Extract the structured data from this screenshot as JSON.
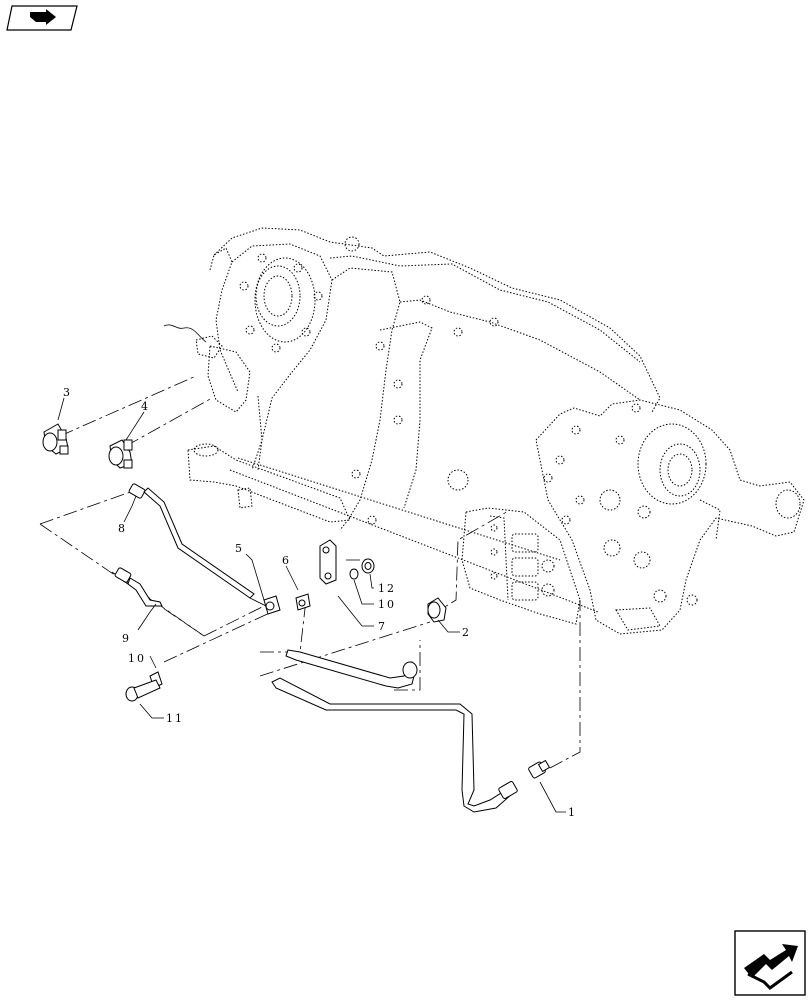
{
  "nav": {
    "prev_icon": "page-back-arrow-icon",
    "next_icon": "page-forward-arrow-icon"
  },
  "callouts": {
    "c1": "1",
    "c2": "2",
    "c3": "3",
    "c4": "4",
    "c5": "5",
    "c6": "6",
    "c7": "7",
    "c8": "8",
    "c9": "9",
    "c10a": "10",
    "c10b": "10",
    "c11": "11",
    "c12": "12"
  }
}
